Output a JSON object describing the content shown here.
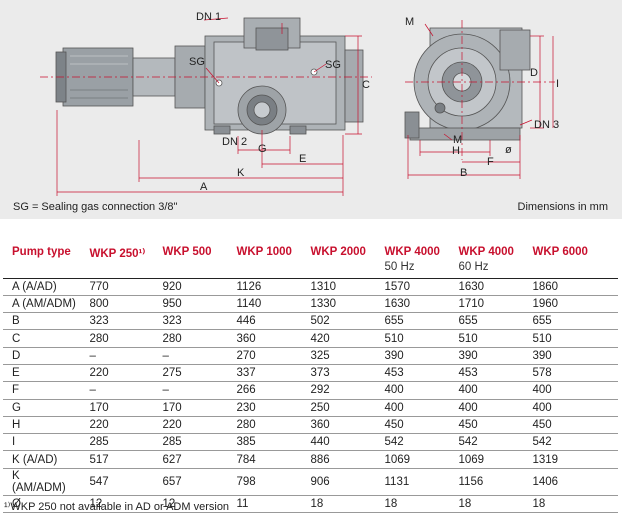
{
  "drawing": {
    "labels": {
      "dn1": "DN 1",
      "sg_left": "SG",
      "sg_right": "SG",
      "dn2": "DN 2",
      "g": "G",
      "e": "E",
      "k": "K",
      "a": "A",
      "c": "C",
      "m1": "M",
      "m2": "M",
      "d": "D",
      "dn3": "DN 3",
      "h": "H",
      "f": "F",
      "diameter": "ø",
      "b": "B",
      "i": "I"
    },
    "caption_left": "SG = Sealing gas connection 3/8\"",
    "caption_right": "Dimensions in mm"
  },
  "table": {
    "headers": [
      {
        "label": "Pump type",
        "sub": ""
      },
      {
        "label": "WKP 250¹⁾",
        "sub": ""
      },
      {
        "label": "WKP 500",
        "sub": ""
      },
      {
        "label": "WKP 1000",
        "sub": ""
      },
      {
        "label": "WKP 2000",
        "sub": ""
      },
      {
        "label": "WKP 4000",
        "sub": "50 Hz"
      },
      {
        "label": "WKP 4000",
        "sub": "60 Hz"
      },
      {
        "label": "WKP 6000",
        "sub": ""
      }
    ],
    "rows": [
      [
        "A (A/AD)",
        "770",
        "920",
        "1126",
        "1310",
        "1570",
        "1630",
        "1860"
      ],
      [
        "A (AM/ADM)",
        "800",
        "950",
        "1140",
        "1330",
        "1630",
        "1710",
        "1960"
      ],
      [
        "B",
        "323",
        "323",
        "446",
        "502",
        "655",
        "655",
        "655"
      ],
      [
        "C",
        "280",
        "280",
        "360",
        "420",
        "510",
        "510",
        "510"
      ],
      [
        "D",
        "–",
        "–",
        "270",
        "325",
        "390",
        "390",
        "390"
      ],
      [
        "E",
        "220",
        "275",
        "337",
        "373",
        "453",
        "453",
        "578"
      ],
      [
        "F",
        "–",
        "–",
        "266",
        "292",
        "400",
        "400",
        "400"
      ],
      [
        "G",
        "170",
        "170",
        "230",
        "250",
        "400",
        "400",
        "400"
      ],
      [
        "H",
        "220",
        "220",
        "280",
        "360",
        "450",
        "450",
        "450"
      ],
      [
        "I",
        "285",
        "285",
        "385",
        "440",
        "542",
        "542",
        "542"
      ],
      [
        "K (A/AD)",
        "517",
        "627",
        "784",
        "886",
        "1069",
        "1069",
        "1319"
      ],
      [
        "K (AM/ADM)",
        "547",
        "657",
        "798",
        "906",
        "1131",
        "1156",
        "1406"
      ],
      [
        "Ø",
        "12",
        "12",
        "11",
        "18",
        "18",
        "18",
        "18"
      ]
    ]
  },
  "footnote": "¹⁾WKP 250 not available in AD or ADM version",
  "colors": {
    "header_text": "#c8102e",
    "panel_bg": "#ebebeb",
    "dimension_line": "#c8102e",
    "pump_body": "#8a8f94"
  }
}
